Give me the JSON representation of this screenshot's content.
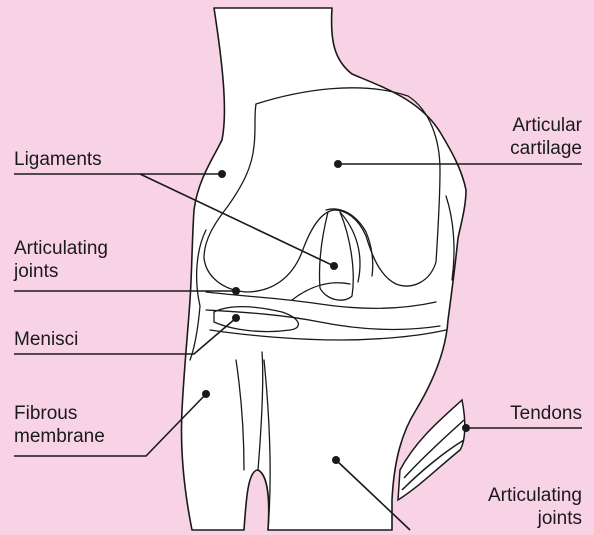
{
  "labels": {
    "ligaments": "Ligaments",
    "articular_cartilage_1": "Articular",
    "articular_cartilage_2": "cartilage",
    "articulating_joints_left_1": "Articulating",
    "articulating_joints_left_2": "joints",
    "menisci": "Menisci",
    "fibrous_membrane_1": "Fibrous",
    "fibrous_membrane_2": "membrane",
    "tendons": "Tendons",
    "articulating_joints_right_1": "Articulating",
    "articulating_joints_right_2": "joints"
  },
  "colors": {
    "background": "#f8d3e6",
    "bone_fill": "#ffffff",
    "outline": "#1a1a1a"
  }
}
